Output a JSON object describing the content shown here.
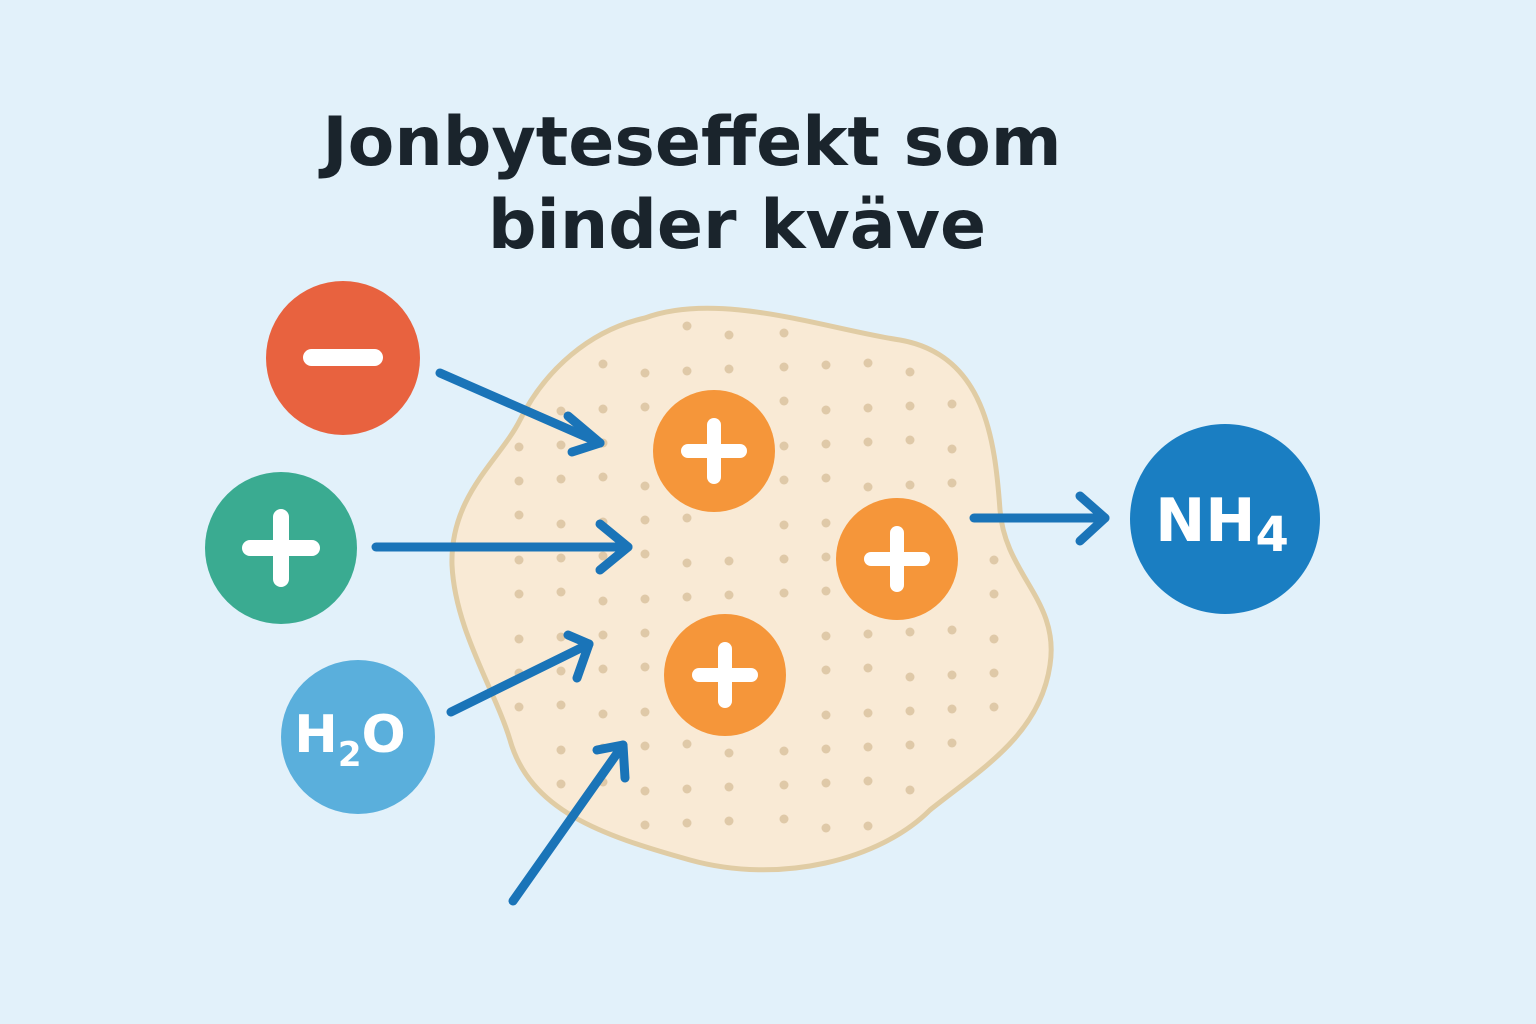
{
  "title": {
    "line1": "Jonbyteseffekt som",
    "line2": "binder kväve"
  },
  "ions": {
    "water": {
      "main": "H",
      "subscript": "2",
      "tail": "O"
    },
    "ammonium": {
      "main": "NH",
      "subscript": "4"
    }
  },
  "icons": {
    "anion": "minus-icon",
    "cation": "plus-icon"
  },
  "colors": {
    "background": "#e2f1fa",
    "title": "#1a242c",
    "anion": "#e8623f",
    "cation_green": "#3aab91",
    "water": "#5aafdc",
    "ammonium": "#1a7ec2",
    "particle_fill": "#f9ead5",
    "particle_border": "#e0cca4",
    "particle_dots": "#dfc9a8",
    "bound_cation": "#f5963a",
    "arrow": "#1a74b8"
  }
}
